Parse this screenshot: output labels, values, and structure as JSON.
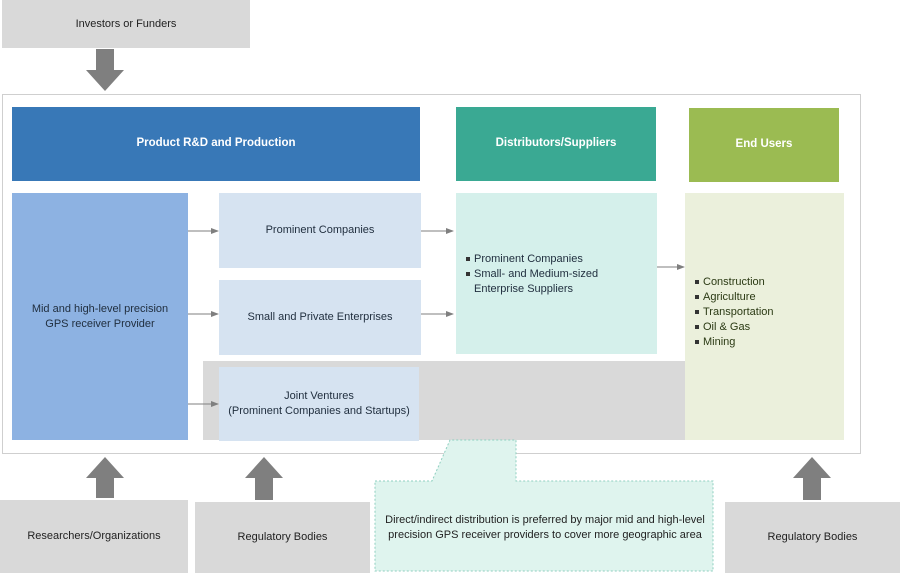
{
  "top": {
    "investors": "Investors or Funders"
  },
  "headers": {
    "product": "Product R&D and Production",
    "distributors": "Distributors/Suppliers",
    "end_users": "End Users"
  },
  "provider": "Mid and high-level precision GPS receiver Provider",
  "companies": {
    "prominent": "Prominent Companies",
    "small_private": "Small and Private Enterprises",
    "jv_line1": "Joint Ventures",
    "jv_line2": "(Prominent Companies and Startups)"
  },
  "distributor_items": [
    "Prominent Companies",
    "Small- and Medium-sized Enterprise Suppliers"
  ],
  "end_user_items": [
    "Construction",
    "Agriculture",
    "Transportation",
    "Oil & Gas",
    "Mining"
  ],
  "bottom": {
    "researchers": "Researchers/Organizations",
    "regulatory_left": "Regulatory Bodies",
    "regulatory_right": "Regulatory Bodies",
    "callout": "Direct/indirect distribution is preferred by major mid and high-level precision GPS receiver providers to cover more geographic area"
  },
  "colors": {
    "product_header": "#3878b7",
    "distributor_header": "#3aa993",
    "end_user_header": "#9bbb52",
    "provider_box": "#8db2e2",
    "company_box": "#d6e3f1",
    "distributor_box": "#d5f0eb",
    "end_user_box": "#ebf0dc",
    "gray_box": "#d9d9d9",
    "arrow": "#7f7f7f"
  }
}
